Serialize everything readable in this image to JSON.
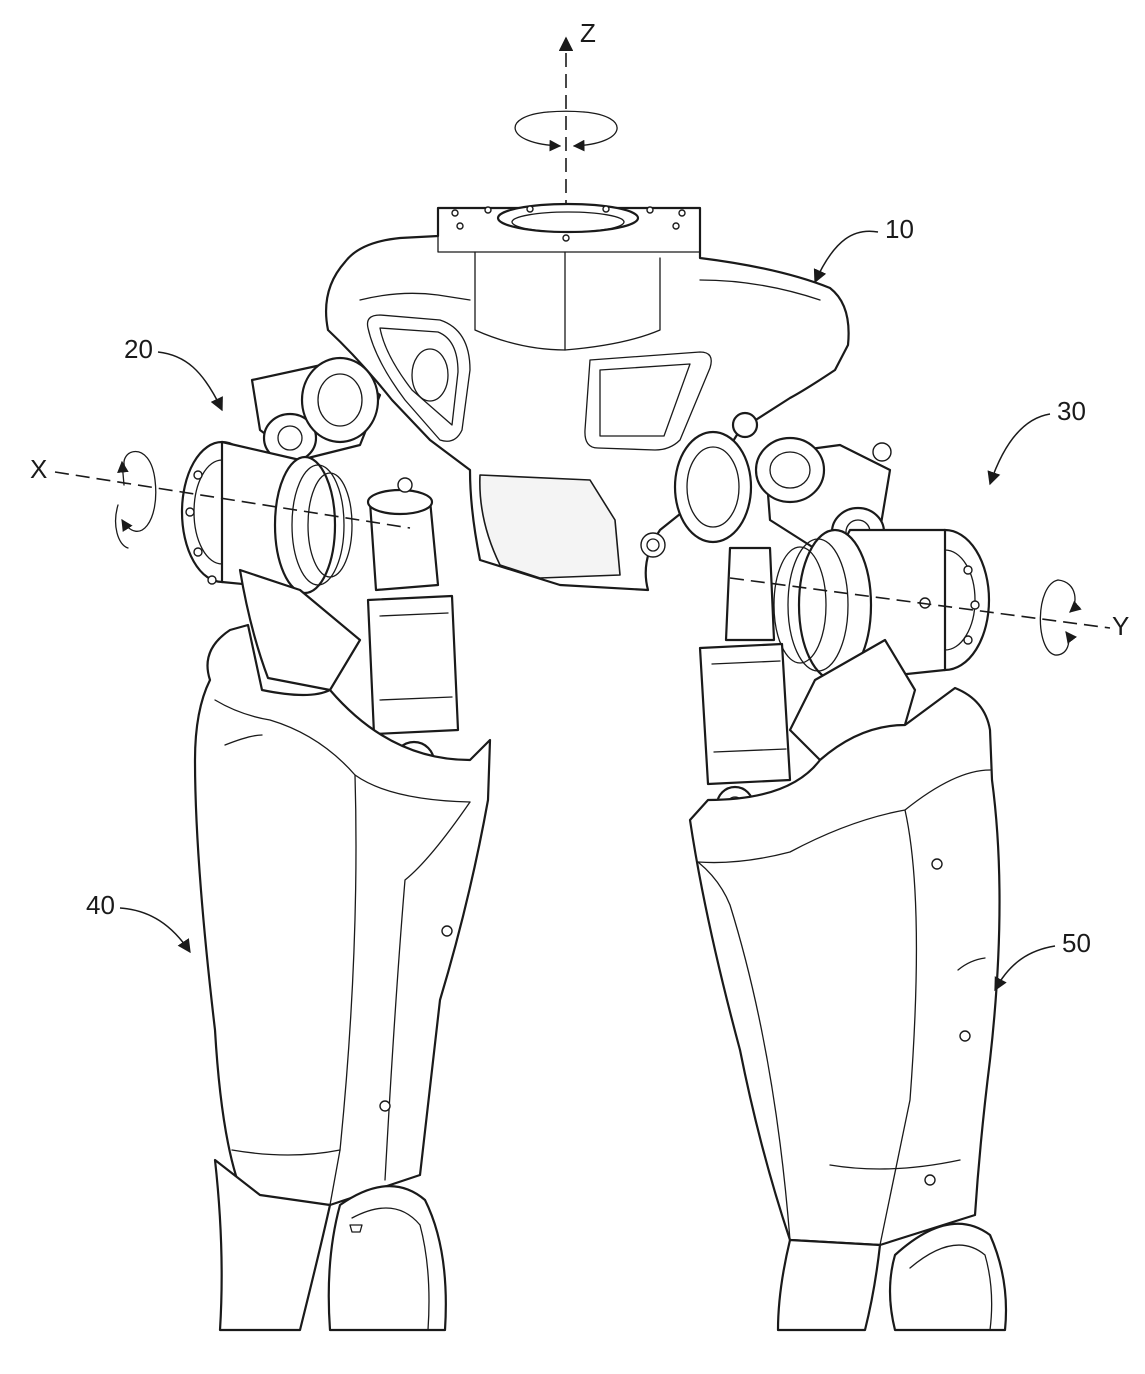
{
  "axes": {
    "z": "Z",
    "x": "X",
    "y": "Y"
  },
  "refs": {
    "r10": "10",
    "r20": "20",
    "r30": "30",
    "r40": "40",
    "r50": "50"
  },
  "colors": {
    "ink": "#1a1a1a",
    "paper": "#ffffff"
  }
}
